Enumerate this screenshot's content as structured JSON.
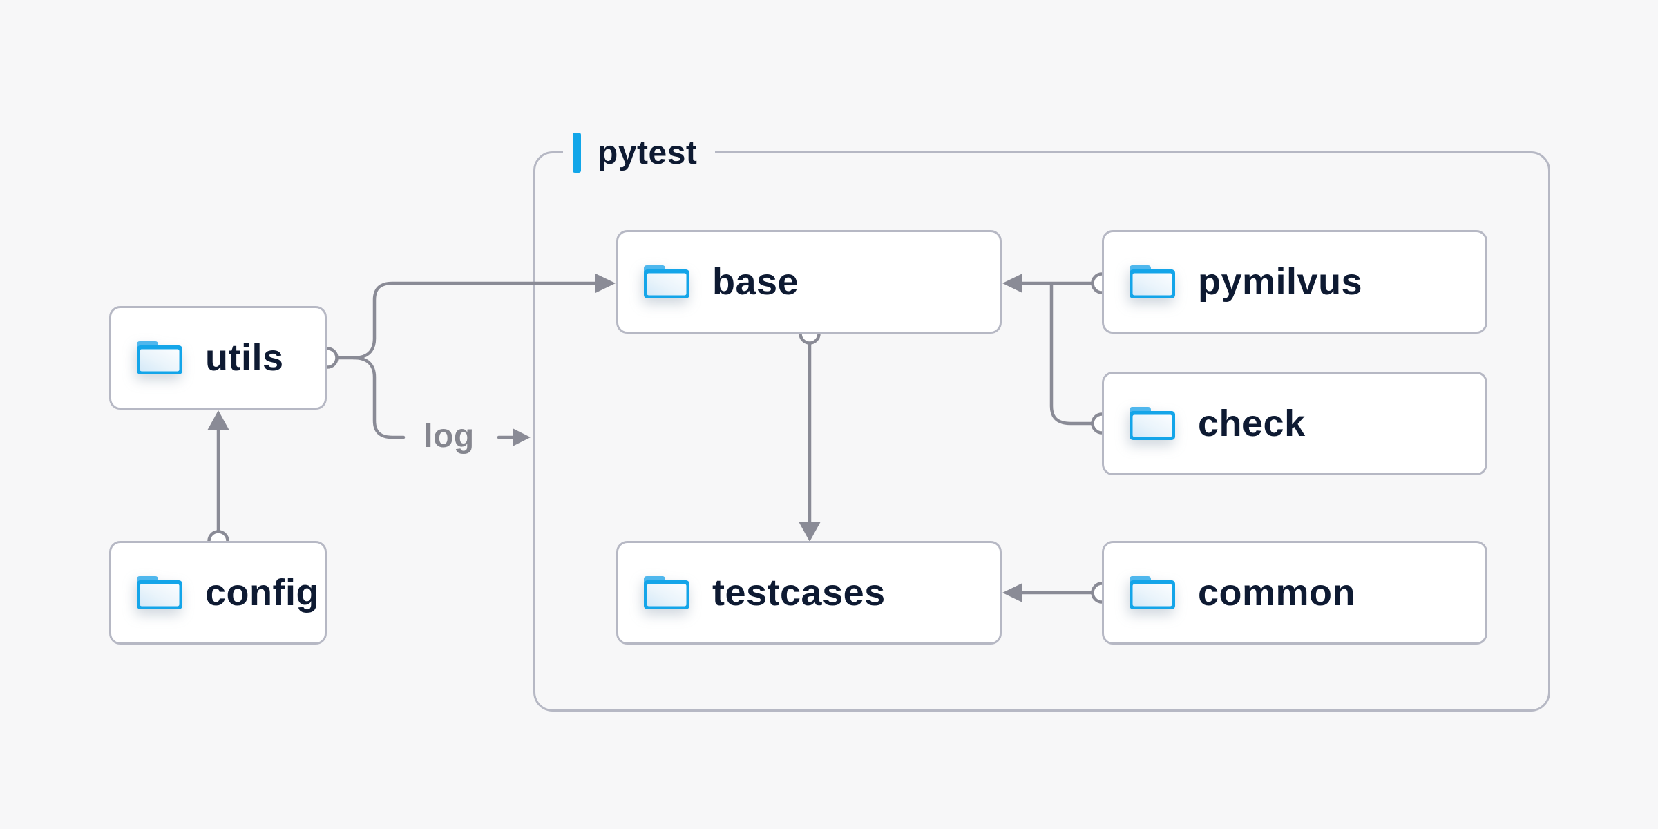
{
  "palette": {
    "background": "#f7f7f8",
    "accent_blue": "#12a6e9",
    "wire_gray": "#8a8b96",
    "border_gray": "#b6b8c4",
    "text_navy": "#0e1a32",
    "node_fill": "#ffffff",
    "folder_blue": "#14a5e9",
    "folder_tab_blue": "#4fb7ed",
    "folder_face_light": "#fbfdff",
    "folder_face_shade": "#d4e9f8"
  },
  "group": {
    "label": "pytest"
  },
  "nodes": {
    "utils": {
      "label": "utils",
      "icon": "folder-icon"
    },
    "config": {
      "label": "config",
      "icon": "folder-icon"
    },
    "base": {
      "label": "base",
      "icon": "folder-icon"
    },
    "pymilvus": {
      "label": "pymilvus",
      "icon": "folder-icon"
    },
    "check": {
      "label": "check",
      "icon": "folder-icon"
    },
    "testcases": {
      "label": "testcases",
      "icon": "folder-icon"
    },
    "common": {
      "label": "common",
      "icon": "folder-icon"
    }
  },
  "edges": {
    "log_label": "log",
    "list": [
      {
        "from": "config",
        "to": "utils",
        "style": "arrow-into-utils-bottom"
      },
      {
        "from": "utils",
        "to": "base",
        "style": "fork-upper-branch-arrow-into-base-left"
      },
      {
        "from": "utils",
        "to": "log",
        "style": "fork-lower-branch-with-log-label-arrow-into-group"
      },
      {
        "from": "pymilvus",
        "to": "base",
        "style": "arrow-into-base-right"
      },
      {
        "from": "check",
        "to": "base",
        "style": "joins-pymilvus-wire"
      },
      {
        "from": "base",
        "to": "testcases",
        "style": "arrow-into-testcases-top"
      },
      {
        "from": "common",
        "to": "testcases",
        "style": "arrow-into-testcases-right"
      }
    ]
  }
}
